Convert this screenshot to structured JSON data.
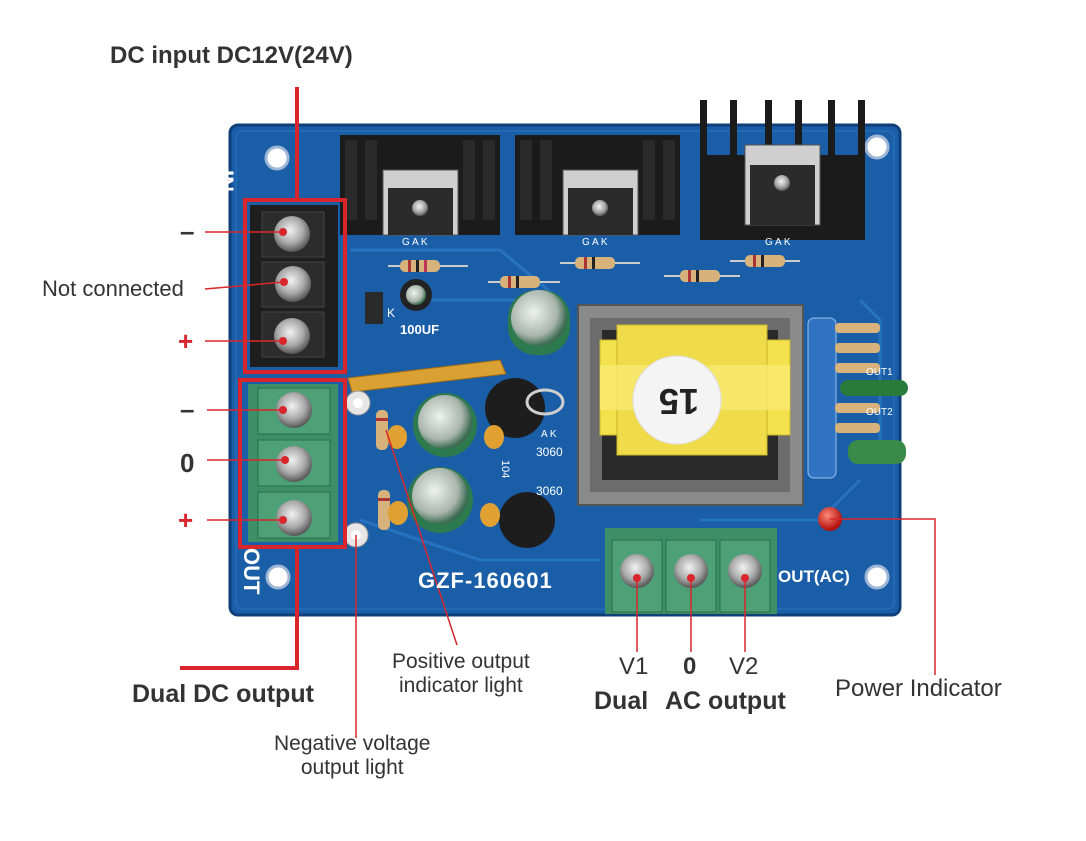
{
  "board": {
    "model": "GZF-160601",
    "capacitor_label": "100UF",
    "transformer_number": "15",
    "silk_in": "IN",
    "silk_out": "OUT",
    "silk_out_ac": "OUT(AC)",
    "silk_3060_a": "3060",
    "silk_3060_b": "3060",
    "silk_104": "104",
    "silk_gak": "G A K",
    "silk_k": "K",
    "silk_ak": "A K",
    "silk_out1": "OUT1",
    "silk_out2": "OUT2"
  },
  "callouts": {
    "dc_input_title": "DC input DC12V(24V)",
    "minus_top": "–",
    "not_connected": "Not connected",
    "plus_top": "+",
    "minus_mid": "–",
    "zero_mid": "0",
    "plus_bottom": "+",
    "dual_dc_output": "Dual DC output",
    "positive_light": "Positive output\nindicator light",
    "negative_light": "Negative voltage\noutput light",
    "v1": "V1",
    "zero_ac": "0",
    "v2": "V2",
    "dual": "Dual",
    "ac_output": "AC output",
    "power_indicator": "Power Indicator"
  },
  "colors": {
    "pcb_blue": "#1a5ea8",
    "accent_red": "#d9262c",
    "terminal_green": "#3d8f67",
    "terminal_black": "#1e1e1e",
    "transformer_yellow": "#f3e14d"
  }
}
